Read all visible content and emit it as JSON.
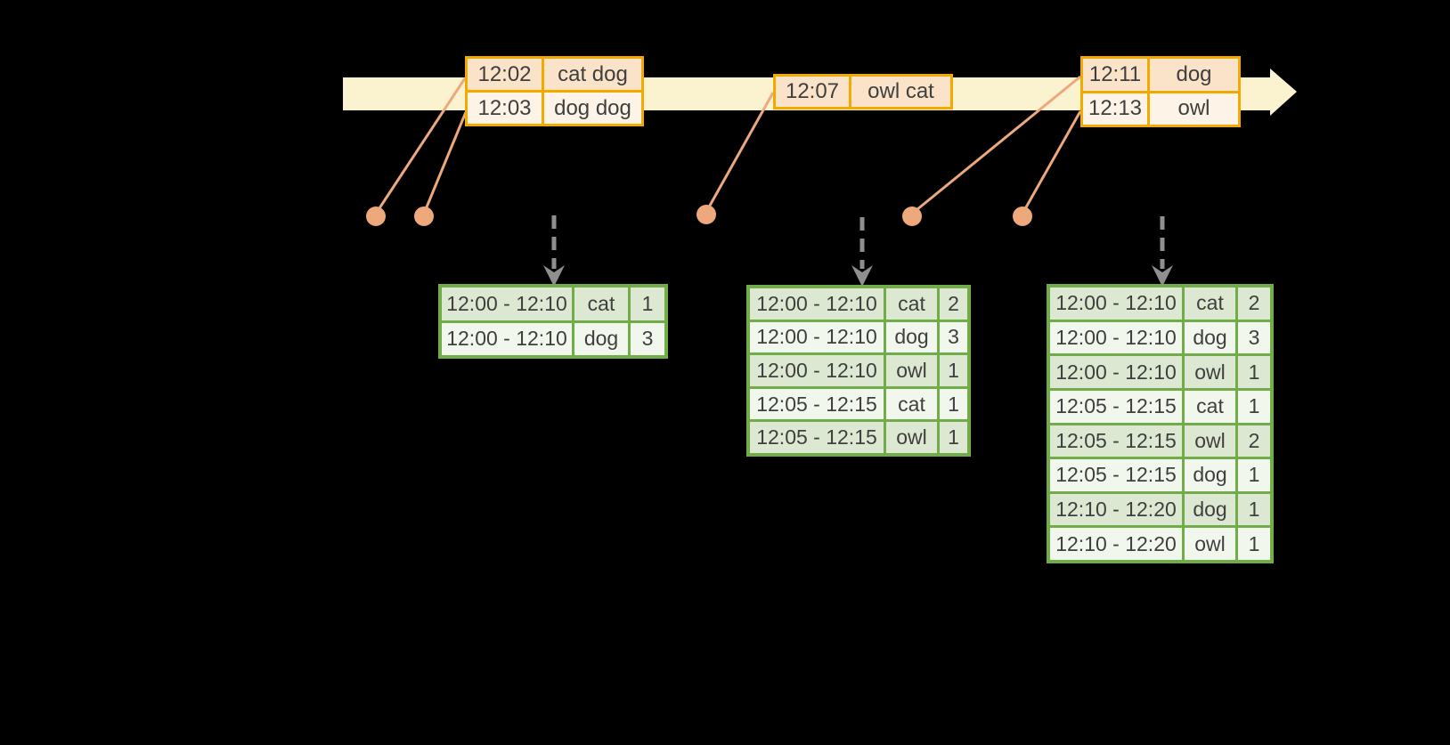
{
  "colors": {
    "background": "#000000",
    "timeline_fill": "#FBF2D0",
    "event_border": "#F2A900",
    "event_row_dark": "#FAE3C8",
    "event_row_light": "#FDF4E7",
    "marker": "#EDA87C",
    "result_border": "#70AC47",
    "result_row_dark": "#DCE8D2",
    "result_row_light": "#F2F7ED",
    "trigger_arrow": "#8F8F8F",
    "ink": "#3F3F3F"
  },
  "event_tables": [
    {
      "rows": [
        {
          "time": "12:02",
          "words": "cat dog"
        },
        {
          "time": "12:03",
          "words": "dog dog"
        }
      ]
    },
    {
      "rows": [
        {
          "time": "12:07",
          "words": "owl cat"
        }
      ]
    },
    {
      "rows": [
        {
          "time": "12:11",
          "words": "dog"
        },
        {
          "time": "12:13",
          "words": "owl"
        }
      ]
    }
  ],
  "result_tables": [
    {
      "rows": [
        {
          "window": "12:00 - 12:10",
          "word": "cat",
          "count": "1"
        },
        {
          "window": "12:00 - 12:10",
          "word": "dog",
          "count": "3"
        }
      ]
    },
    {
      "rows": [
        {
          "window": "12:00 - 12:10",
          "word": "cat",
          "count": "2"
        },
        {
          "window": "12:00 - 12:10",
          "word": "dog",
          "count": "3"
        },
        {
          "window": "12:00 - 12:10",
          "word": "owl",
          "count": "1"
        },
        {
          "window": "12:05 - 12:15",
          "word": "cat",
          "count": "1"
        },
        {
          "window": "12:05 - 12:15",
          "word": "owl",
          "count": "1"
        }
      ]
    },
    {
      "rows": [
        {
          "window": "12:00 - 12:10",
          "word": "cat",
          "count": "2"
        },
        {
          "window": "12:00 - 12:10",
          "word": "dog",
          "count": "3"
        },
        {
          "window": "12:00 - 12:10",
          "word": "owl",
          "count": "1"
        },
        {
          "window": "12:05 - 12:15",
          "word": "cat",
          "count": "1"
        },
        {
          "window": "12:05 - 12:15",
          "word": "owl",
          "count": "2"
        },
        {
          "window": "12:05 - 12:15",
          "word": "dog",
          "count": "1"
        },
        {
          "window": "12:10 - 12:20",
          "word": "dog",
          "count": "1"
        },
        {
          "window": "12:10 - 12:20",
          "word": "owl",
          "count": "1"
        }
      ]
    }
  ]
}
